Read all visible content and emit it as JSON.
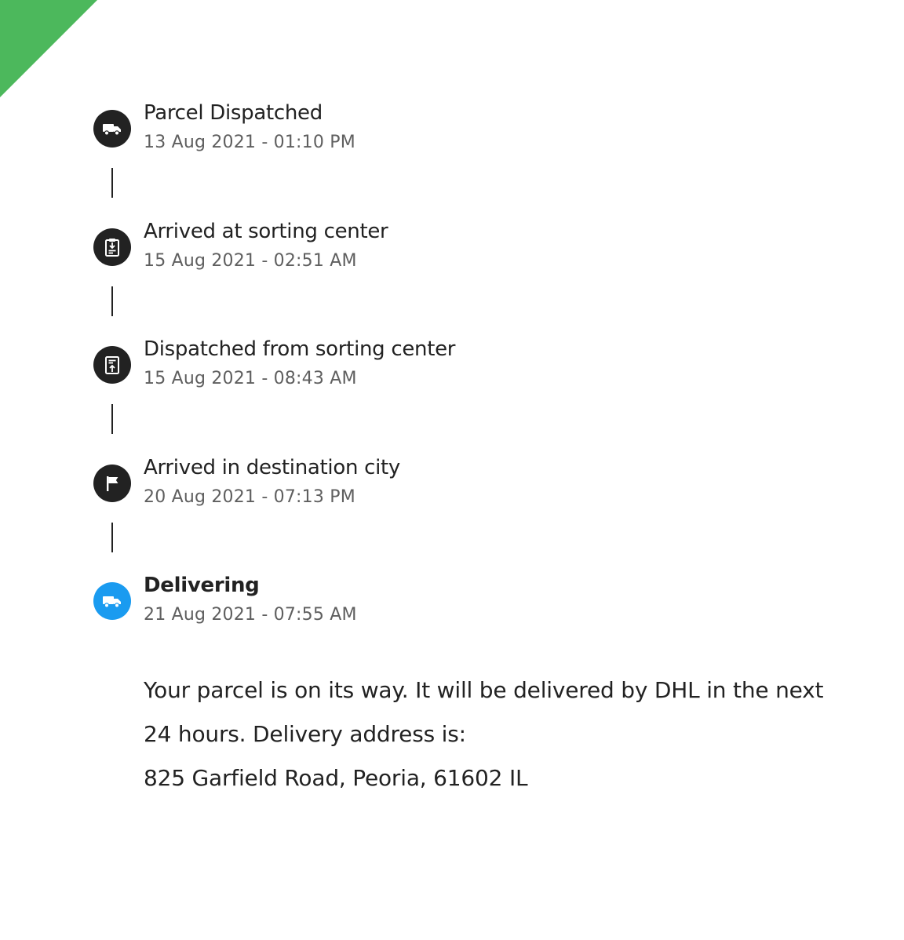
{
  "colors": {
    "corner": "#4cb85c",
    "icon_default": "#222222",
    "icon_active": "#1a9bf0"
  },
  "timeline": {
    "steps": [
      {
        "icon": "truck-icon",
        "title": "Parcel Dispatched",
        "time": "13 Aug 2021 - 01:10 PM",
        "active": false
      },
      {
        "icon": "clipboard-download-icon",
        "title": "Arrived at sorting center",
        "time": "15 Aug 2021 - 02:51 AM",
        "active": false
      },
      {
        "icon": "clipboard-upload-icon",
        "title": "Dispatched from sorting center",
        "time": "15 Aug 2021 - 08:43 AM",
        "active": false
      },
      {
        "icon": "flag-icon",
        "title": "Arrived in destination city",
        "time": "20 Aug 2021 - 07:13 PM",
        "active": false
      },
      {
        "icon": "truck-icon",
        "title": "Delivering",
        "time": "21 Aug 2021 - 07:55 AM",
        "active": true
      }
    ]
  },
  "message": {
    "line1": "Your parcel is on its way. It will be delivered by DHL in the next 24 hours. Delivery address is:",
    "address": "825 Garfield Road, Peoria, 61602 IL"
  }
}
